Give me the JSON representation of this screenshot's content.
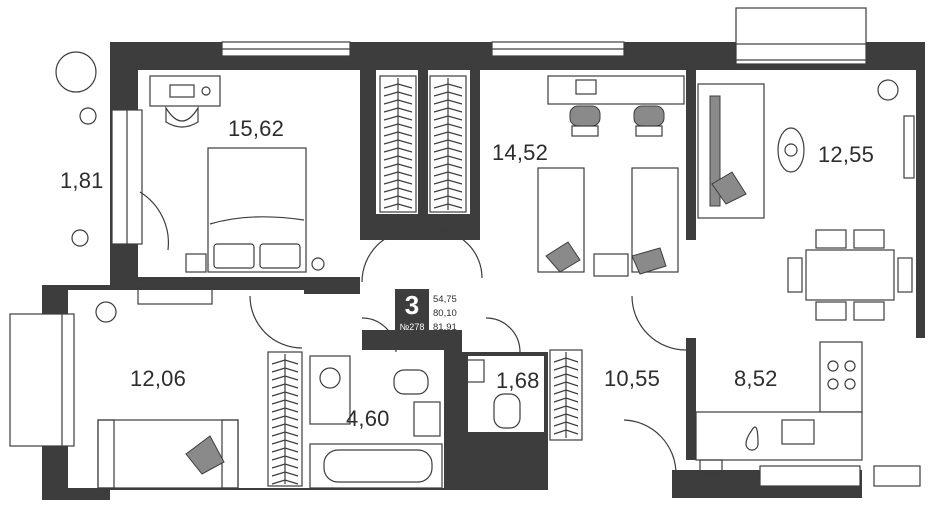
{
  "plan": {
    "room_count": "3",
    "apartment_number": "№278",
    "areas_summary": [
      "54,75",
      "80,10",
      "81,91"
    ],
    "rooms": [
      {
        "id": "balcony",
        "area": "1,81"
      },
      {
        "id": "bedroom",
        "area": "15,62"
      },
      {
        "id": "children-room",
        "area": "14,52"
      },
      {
        "id": "living-room",
        "area": "12,55"
      },
      {
        "id": "room-left",
        "area": "12,06"
      },
      {
        "id": "bathroom",
        "area": "4,60"
      },
      {
        "id": "toilet",
        "area": "1,68"
      },
      {
        "id": "hallway",
        "area": "10,55"
      },
      {
        "id": "kitchen",
        "area": "8,52"
      }
    ]
  }
}
